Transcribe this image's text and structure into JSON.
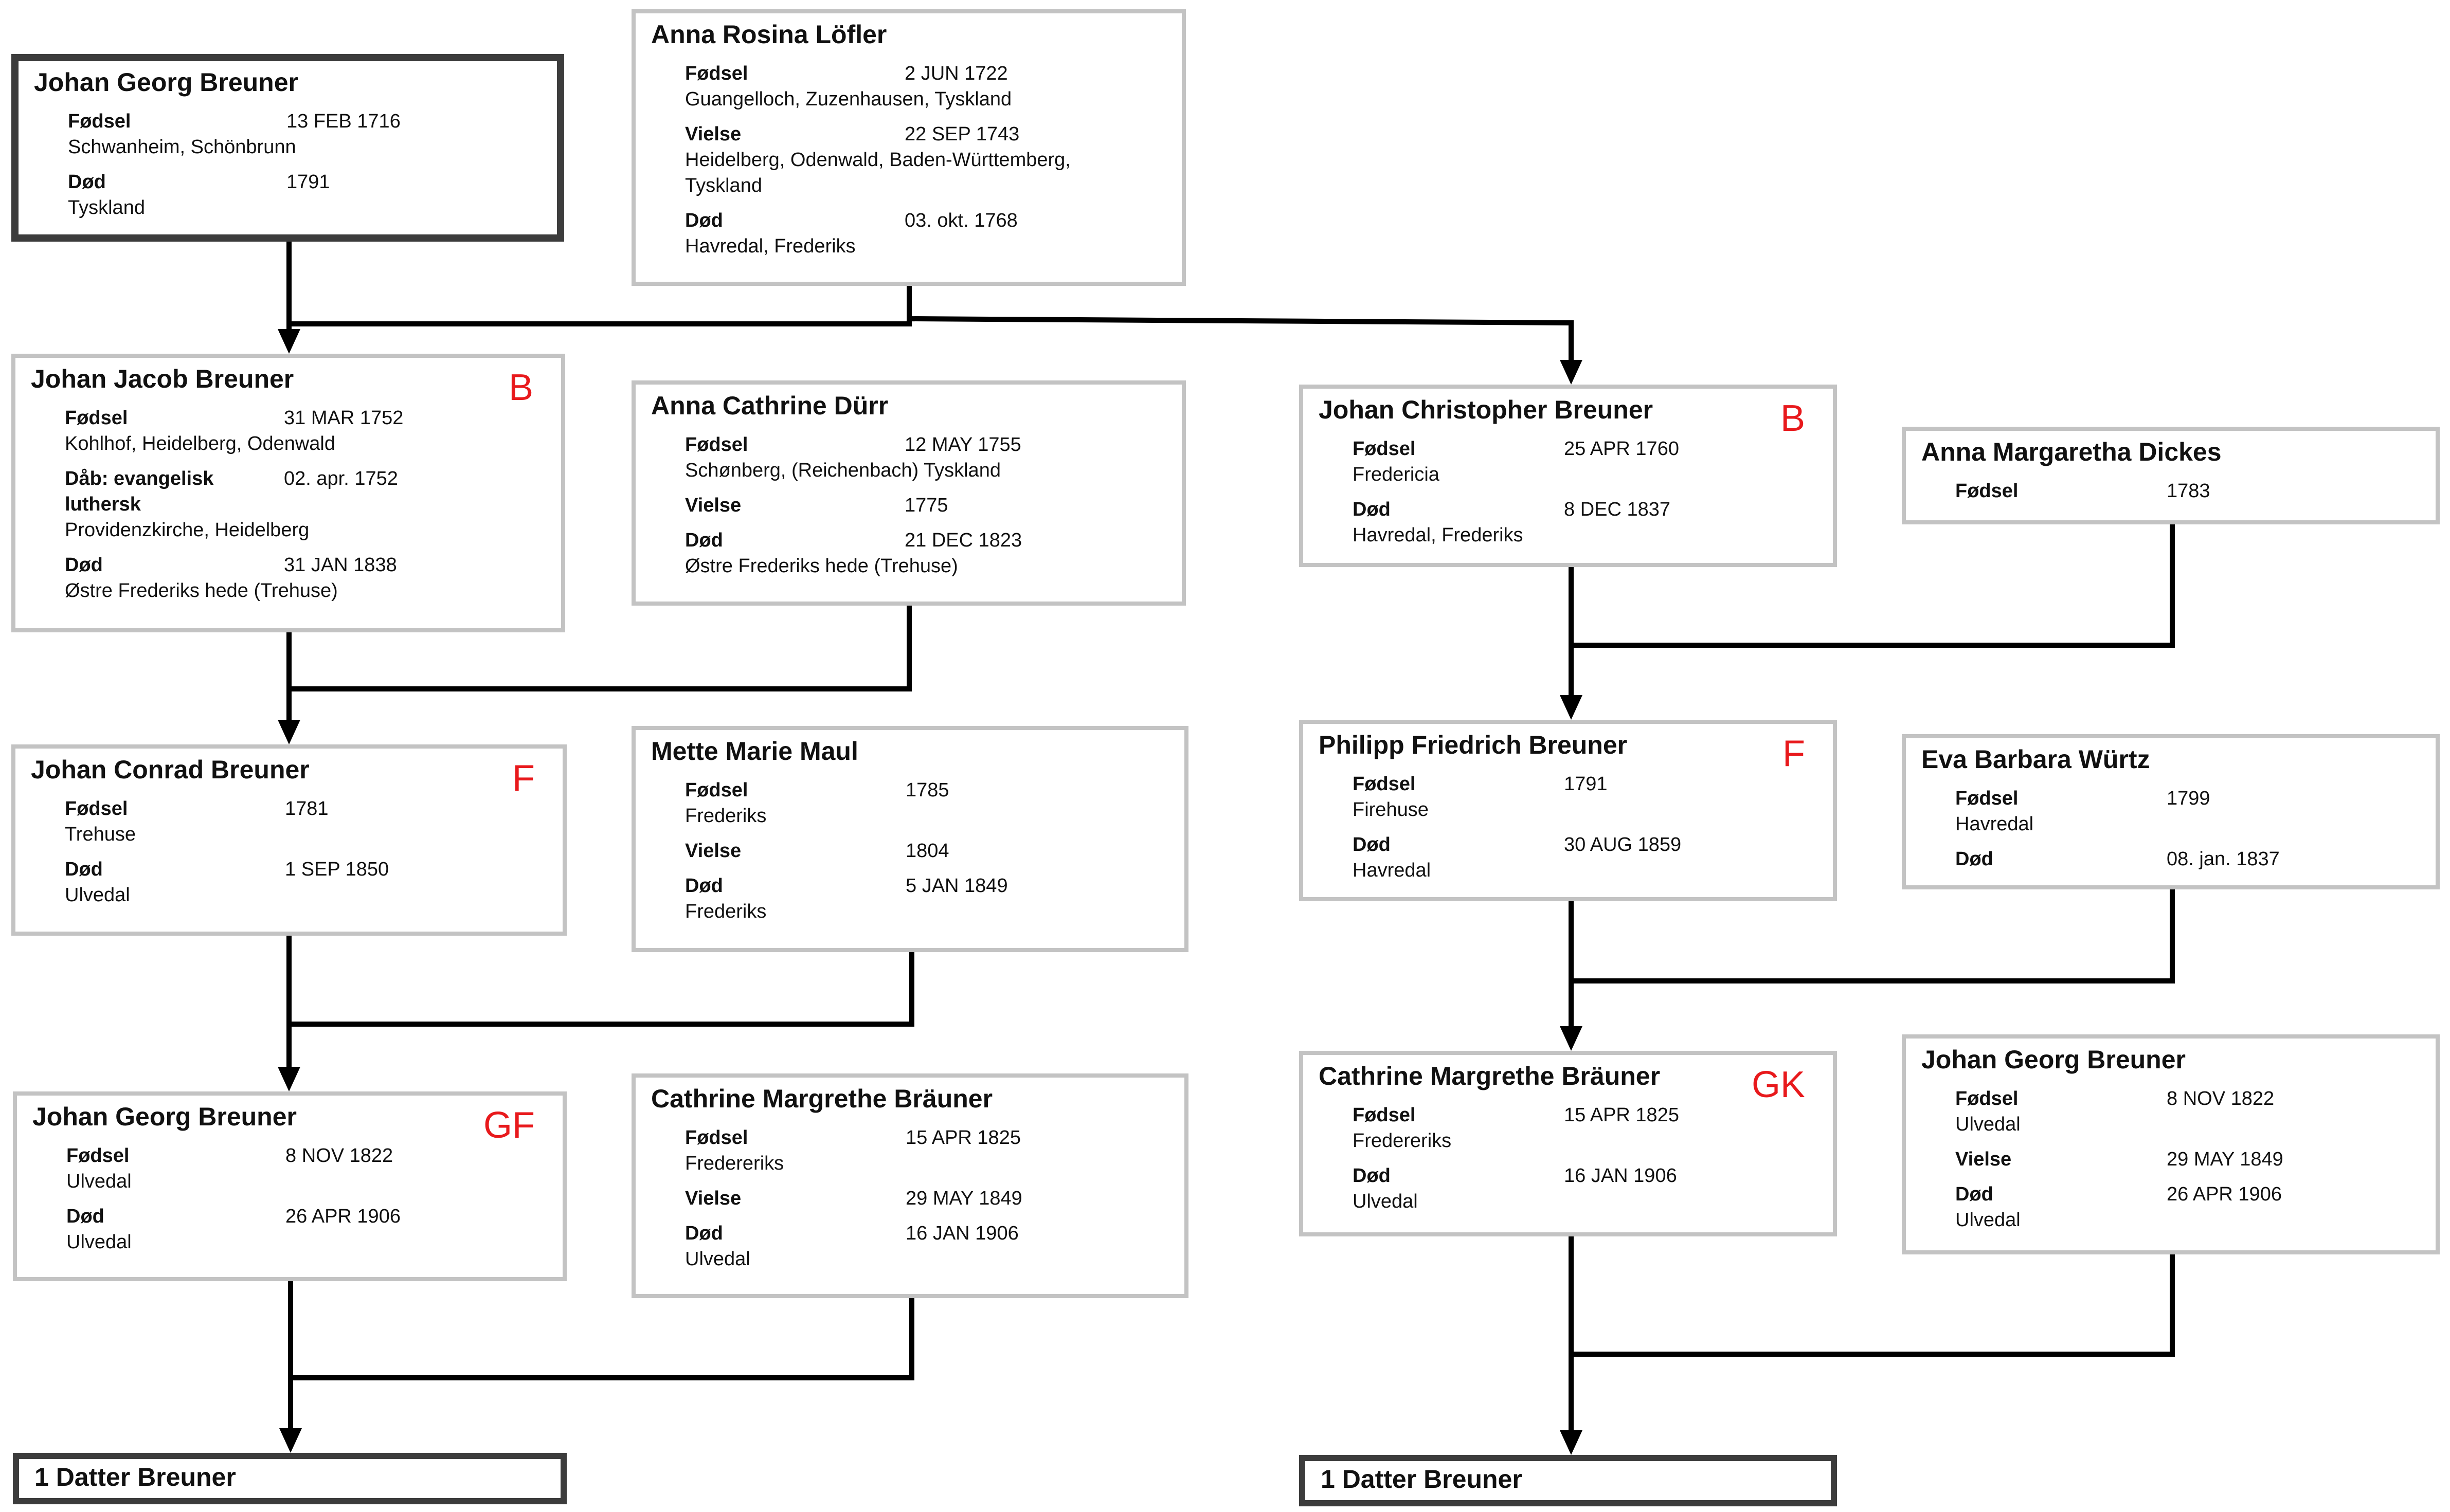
{
  "persons": {
    "jgb1716": {
      "name": "Johan Georg Breuner",
      "events": [
        {
          "label": "Fødsel",
          "date": "13 FEB 1716",
          "place": "Schwanheim, Schönbrunn"
        },
        {
          "label": "Død",
          "date": "1791",
          "place": "Tyskland"
        }
      ]
    },
    "arl": {
      "name": "Anna Rosina Löfler",
      "events": [
        {
          "label": "Fødsel",
          "date": "2 JUN 1722",
          "place": "Guangelloch, Zuzenhausen, Tyskland"
        },
        {
          "label": "Vielse",
          "date": "22 SEP 1743",
          "place": "Heidelberg, Odenwald, Baden-Württemberg,",
          "place2": "Tyskland"
        },
        {
          "label": "Død",
          "date": "03. okt. 1768",
          "place": "Havredal, Frederiks"
        }
      ]
    },
    "jjb": {
      "name": "Johan Jacob Breuner",
      "tag": "B",
      "events": [
        {
          "label": "Fødsel",
          "date": "31 MAR 1752",
          "place": "Kohlhof, Heidelberg, Odenwald"
        },
        {
          "label": "Dåb: evangelisk",
          "label2": "luthersk",
          "date": "02. apr. 1752",
          "place": "Providenzkirche, Heidelberg"
        },
        {
          "label": "Død",
          "date": "31 JAN 1838",
          "place": "Østre Frederiks hede (Trehuse)"
        }
      ]
    },
    "acd": {
      "name": "Anna Cathrine Dürr",
      "events": [
        {
          "label": "Fødsel",
          "date": "12 MAY 1755",
          "place": "Schønberg, (Reichenbach) Tyskland"
        },
        {
          "label": "Vielse",
          "date": "1775"
        },
        {
          "label": "Død",
          "date": "21 DEC 1823",
          "place": "Østre Frederiks hede (Trehuse)"
        }
      ]
    },
    "jchb": {
      "name": "Johan Christopher Breuner",
      "tag": "B",
      "events": [
        {
          "label": "Fødsel",
          "date": "25 APR 1760",
          "place": "Fredericia"
        },
        {
          "label": "Død",
          "date": "8 DEC 1837",
          "place": "Havredal, Frederiks"
        }
      ]
    },
    "amd": {
      "name": "Anna Margaretha Dickes",
      "events": [
        {
          "label": "Fødsel",
          "date": "1783"
        }
      ]
    },
    "jcob": {
      "name": "Johan Conrad Breuner",
      "tag": "F",
      "events": [
        {
          "label": "Fødsel",
          "date": "1781",
          "place": "Trehuse"
        },
        {
          "label": "Død",
          "date": "1 SEP 1850",
          "place": "Ulvedal"
        }
      ]
    },
    "mmm": {
      "name": "Mette Marie Maul",
      "events": [
        {
          "label": "Fødsel",
          "date": "1785",
          "place": "Frederiks"
        },
        {
          "label": "Vielse",
          "date": "1804"
        },
        {
          "label": "Død",
          "date": "5 JAN 1849",
          "place": "Frederiks"
        }
      ]
    },
    "pfb": {
      "name": "Philipp Friedrich Breuner",
      "tag": "F",
      "events": [
        {
          "label": "Fødsel",
          "date": "1791",
          "place": "Firehuse"
        },
        {
          "label": "Død",
          "date": "30 AUG 1859",
          "place": "Havredal"
        }
      ]
    },
    "ebw": {
      "name": "Eva Barbara Würtz",
      "events": [
        {
          "label": "Fødsel",
          "date": "1799",
          "place": "Havredal"
        },
        {
          "label": "Død",
          "date": "08. jan. 1837"
        }
      ]
    },
    "jgb1822a": {
      "name": "Johan Georg Breuner",
      "tag": "GF",
      "events": [
        {
          "label": "Fødsel",
          "date": "8 NOV 1822",
          "place": "Ulvedal"
        },
        {
          "label": "Død",
          "date": "26 APR 1906",
          "place": "Ulvedal"
        }
      ]
    },
    "cmba": {
      "name": "Cathrine Margrethe Bräuner",
      "events": [
        {
          "label": "Fødsel",
          "date": "15 APR 1825",
          "place": "Fredereriks"
        },
        {
          "label": "Vielse",
          "date": "29 MAY 1849"
        },
        {
          "label": "Død",
          "date": "16 JAN 1906",
          "place": "Ulvedal"
        }
      ]
    },
    "cmbb": {
      "name": "Cathrine Margrethe Bräuner",
      "tag": "GK",
      "events": [
        {
          "label": "Fødsel",
          "date": "15 APR 1825",
          "place": "Fredereriks"
        },
        {
          "label": "Død",
          "date": "16 JAN 1906",
          "place": "Ulvedal"
        }
      ]
    },
    "jgb1822b": {
      "name": "Johan Georg Breuner",
      "events": [
        {
          "label": "Fødsel",
          "date": "8 NOV 1822",
          "place": "Ulvedal"
        },
        {
          "label": "Vielse",
          "date": "29 MAY 1849"
        },
        {
          "label": "Død",
          "date": "26 APR 1906",
          "place": "Ulvedal"
        }
      ]
    }
  },
  "children": {
    "left": "1 Datter Breuner",
    "right": "1 Datter Breuner"
  }
}
